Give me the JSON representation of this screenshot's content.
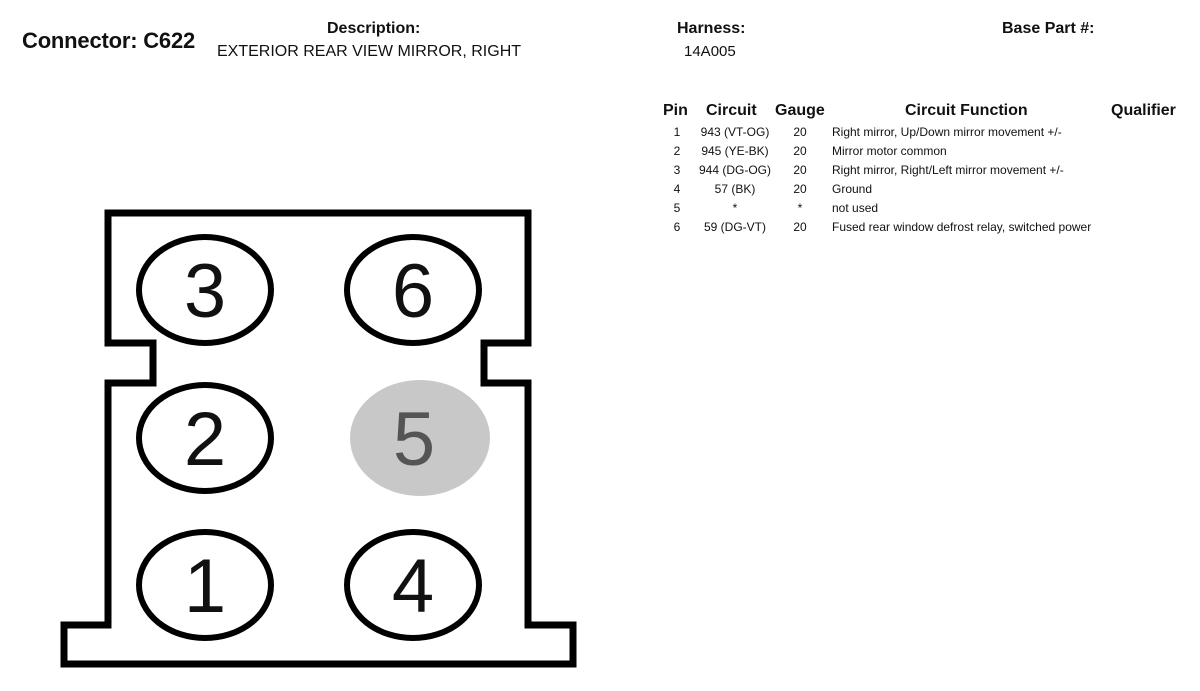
{
  "header": {
    "connector_title": "Connector: C622",
    "description_label": "Description:",
    "description_value": "EXTERIOR REAR VIEW MIRROR, RIGHT",
    "harness_label": "Harness:",
    "harness_value": "14A005",
    "base_part_label": "Base Part #:"
  },
  "table": {
    "headers": {
      "pin": "Pin",
      "circuit": "Circuit",
      "gauge": "Gauge",
      "function": "Circuit Function",
      "qualifier": "Qualifier"
    },
    "rows": [
      {
        "pin": "1",
        "circuit": "943 (VT-OG)",
        "gauge": "20",
        "function": "Right mirror, Up/Down mirror movement +/-"
      },
      {
        "pin": "2",
        "circuit": "945 (YE-BK)",
        "gauge": "20",
        "function": "Mirror motor common"
      },
      {
        "pin": "3",
        "circuit": "944 (DG-OG)",
        "gauge": "20",
        "function": "Right mirror, Right/Left mirror movement +/-"
      },
      {
        "pin": "4",
        "circuit": "57 (BK)",
        "gauge": "20",
        "function": "Ground"
      },
      {
        "pin": "5",
        "circuit": "*",
        "gauge": "*",
        "function": "not used"
      },
      {
        "pin": "6",
        "circuit": "59 (DG-VT)",
        "gauge": "20",
        "function": "Fused rear window defrost relay, switched power"
      }
    ]
  },
  "connector": {
    "cavities": [
      {
        "label": "3",
        "used": true
      },
      {
        "label": "6",
        "used": true
      },
      {
        "label": "2",
        "used": true
      },
      {
        "label": "5",
        "used": false
      },
      {
        "label": "1",
        "used": true
      },
      {
        "label": "4",
        "used": true
      }
    ],
    "colors": {
      "outline": "#000000",
      "unused_fill": "#c8c8c8",
      "unused_text": "#555555"
    }
  }
}
